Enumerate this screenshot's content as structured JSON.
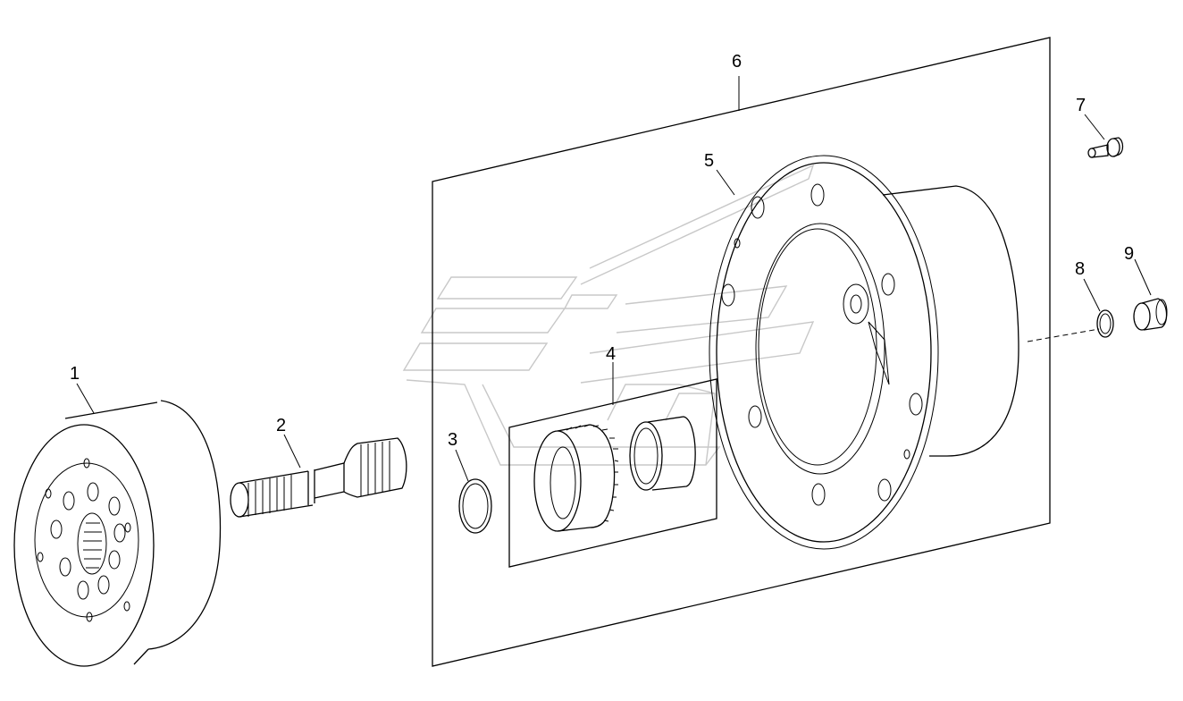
{
  "diagram": {
    "callouts": [
      {
        "id": "1",
        "text": "1"
      },
      {
        "id": "2",
        "text": "2"
      },
      {
        "id": "3",
        "text": "3"
      },
      {
        "id": "4",
        "text": "4"
      },
      {
        "id": "5",
        "text": "5"
      },
      {
        "id": "6",
        "text": "6"
      },
      {
        "id": "7",
        "text": "7"
      },
      {
        "id": "8",
        "text": "8"
      },
      {
        "id": "9",
        "text": "9"
      }
    ],
    "colors": {
      "line": "#000000",
      "watermark": "#c8c8c8",
      "background": "#ffffff"
    }
  }
}
